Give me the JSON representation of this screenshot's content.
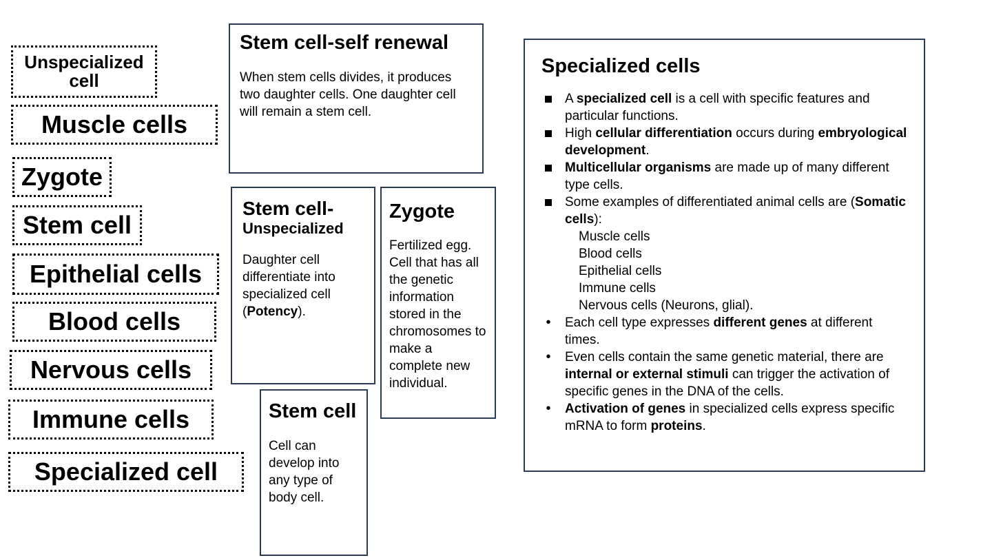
{
  "labels": [
    {
      "id": "unspecialized-cell",
      "text": "Unspecialized cell"
    },
    {
      "id": "muscle-cells",
      "text": "Muscle cells"
    },
    {
      "id": "zygote",
      "text": "Zygote"
    },
    {
      "id": "stem-cell",
      "text": "Stem cell"
    },
    {
      "id": "epithelial-cells",
      "text": "Epithelial cells"
    },
    {
      "id": "blood-cells",
      "text": "Blood cells"
    },
    {
      "id": "nervous-cells",
      "text": "Nervous cells"
    },
    {
      "id": "immune-cells",
      "text": "Immune cells"
    },
    {
      "id": "specialized-cell",
      "text": "Specialized cell"
    }
  ],
  "cards": {
    "self_renewal": {
      "title": "Stem cell-self renewal",
      "body": "When stem cells divides, it produces two daughter cells. One daughter cell will remain a stem cell."
    },
    "unspecialized": {
      "title": "Stem cell-",
      "subtitle": "Unspecialized",
      "body_pre": "Daughter cell differentiate into specialized cell (",
      "body_bold": "Potency",
      "body_post": ")."
    },
    "zygote": {
      "title": "Zygote",
      "body": "Fertilized egg. Cell that has all the genetic information stored in the chromosomes to make a complete new individual."
    },
    "stem_cell": {
      "title": "Stem cell",
      "body": "Cell can develop into any type of body cell."
    }
  },
  "specialized": {
    "title": "Specialized cells",
    "b1": {
      "t1": "A ",
      "b1": "specialized cell",
      "t2": " is a cell with specific features and particular functions."
    },
    "b2": {
      "t1": "High ",
      "b1": "cellular differentiation",
      "t2": " occurs during ",
      "b2": "embryological development",
      "t3": "."
    },
    "b3": {
      "b1": "Multicellular organisms",
      "t1": " are made up of many different type cells."
    },
    "b4": {
      "t1": "Some examples of differentiated animal cells are (",
      "b1": "Somatic cells",
      "t2": "):"
    },
    "examples": [
      "Muscle cells",
      "Blood cells",
      "Epithelial cells",
      "Immune cells",
      "Nervous cells (Neurons, glial)."
    ],
    "b5": {
      "t1": "Each cell type expresses ",
      "b1": "different genes",
      "t2": " at different times."
    },
    "b6": {
      "t1": "Even cells contain the same genetic material, there are ",
      "b1": "internal or external stimuli",
      "t2": " can trigger the activation of specific genes in the DNA of the cells."
    },
    "b7": {
      "b1": "Activation of genes",
      "t1": " in specialized cells express specific mRNA to form ",
      "b2": "proteins",
      "t2": "."
    }
  }
}
